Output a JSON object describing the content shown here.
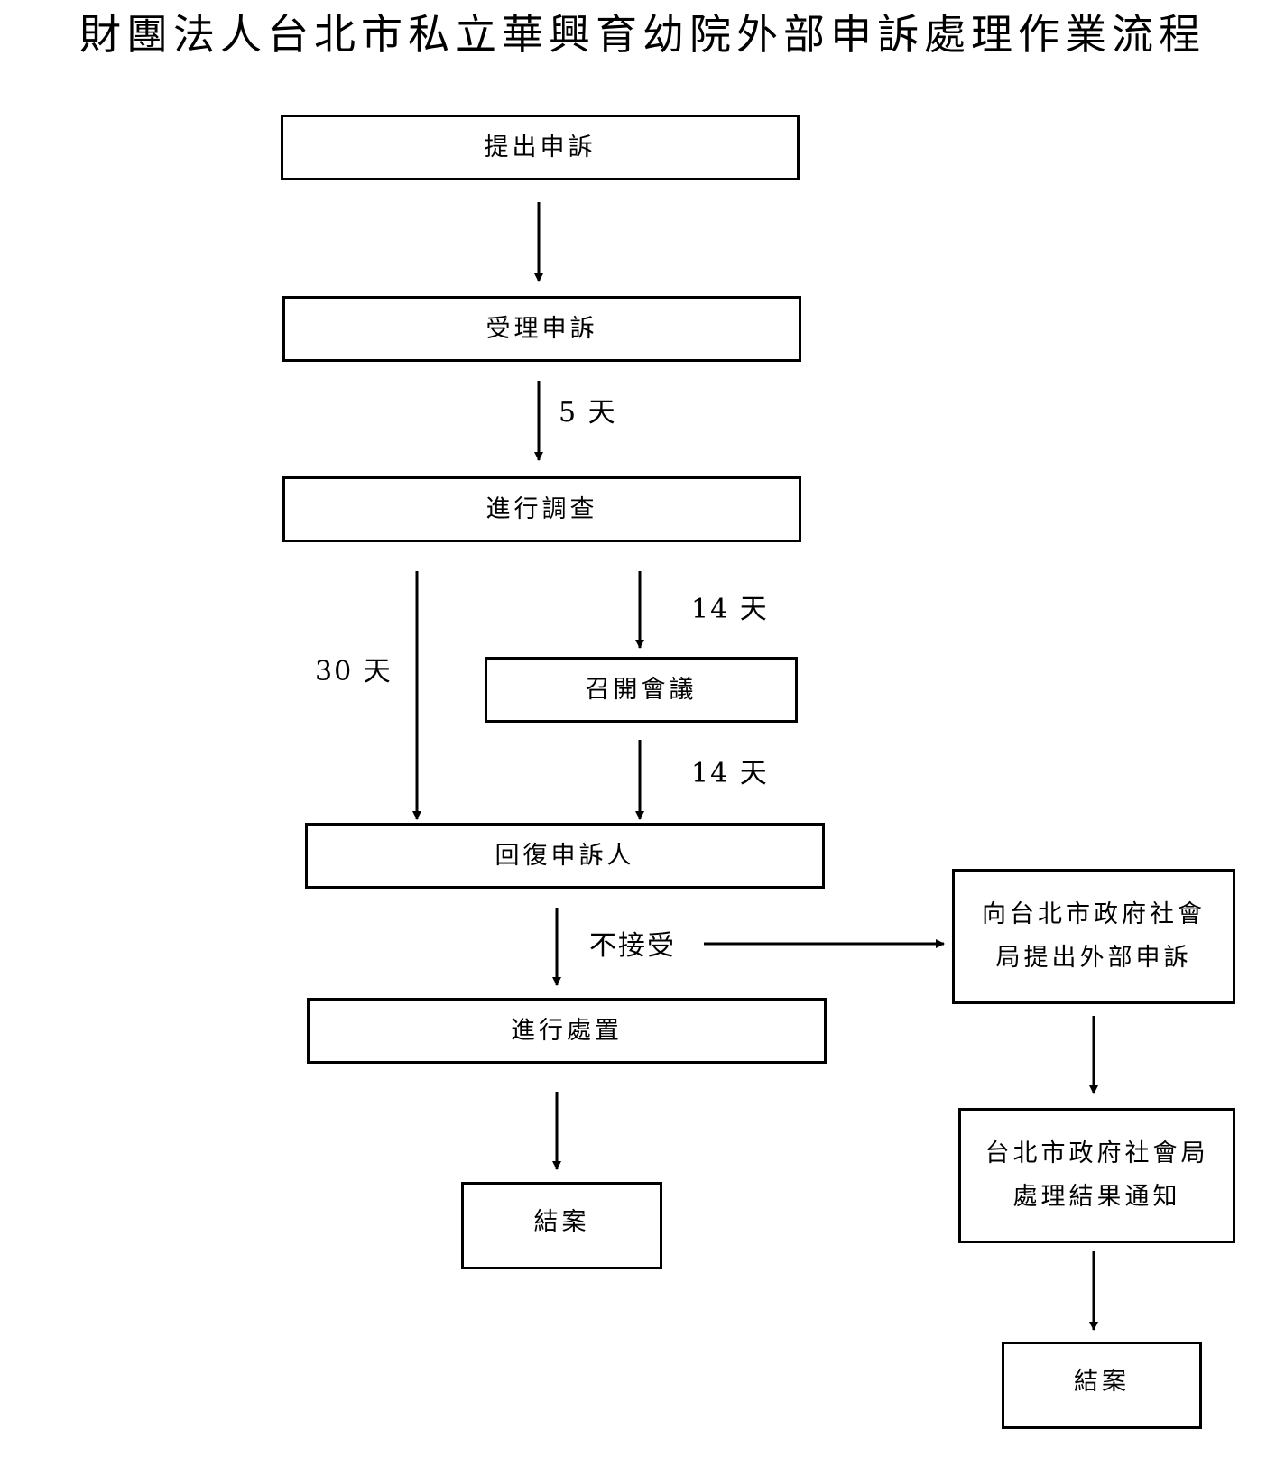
{
  "title": "財團法人台北市私立華興育幼院外部申訴處理作業流程",
  "nodes": {
    "submit": "提出申訴",
    "accept": "受理申訴",
    "investigate": "進行調查",
    "meeting": "召開會議",
    "reply": "回復申訴人",
    "handle": "進行處置",
    "close_left": "結案",
    "external_complaint": "向台北市政府社會局提出外部申訴",
    "bureau_result": "台北市政府社會局處理結果通知",
    "close_right": "結案"
  },
  "edge_labels": {
    "accept_to_investigate": "5 天",
    "investigate_to_meeting": "14 天",
    "meeting_to_reply": "14 天",
    "investigate_to_reply": "30 天",
    "reply_to_external": "不接受"
  }
}
